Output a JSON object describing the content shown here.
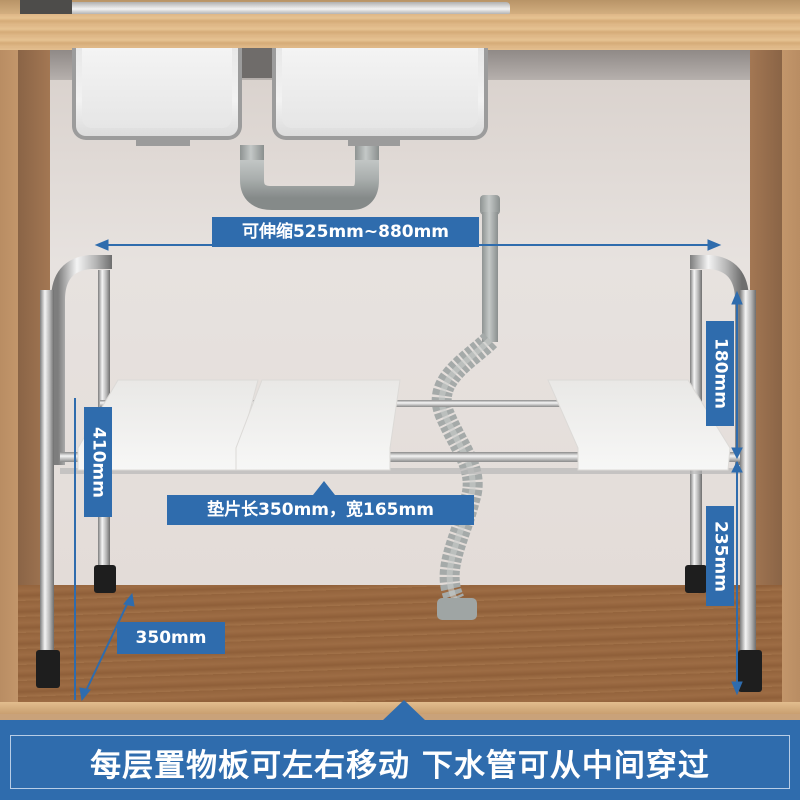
{
  "product_image": {
    "subject": "under-sink expandable two-tier shelf",
    "callouts": {
      "width_range": "可伸缩525mm~880mm",
      "pad_size": "垫片长350mm，宽165mm",
      "depth": "350mm",
      "total_height": "410mm",
      "upper_clearance": "180mm",
      "lower_clearance": "235mm"
    },
    "banner": {
      "text": "每层置物板可左右移动 下水管可从中间穿过"
    },
    "colors": {
      "accent_blue": "#2f6cad",
      "banner_border": "#b8cde6",
      "wood_light": "#e0ba89",
      "wood_floor": "#9a6a43",
      "wall": "#e5dfdc",
      "steel": "#c9c9c9",
      "pipe": "#a7acab",
      "pad_white": "#f2f1ef"
    }
  }
}
